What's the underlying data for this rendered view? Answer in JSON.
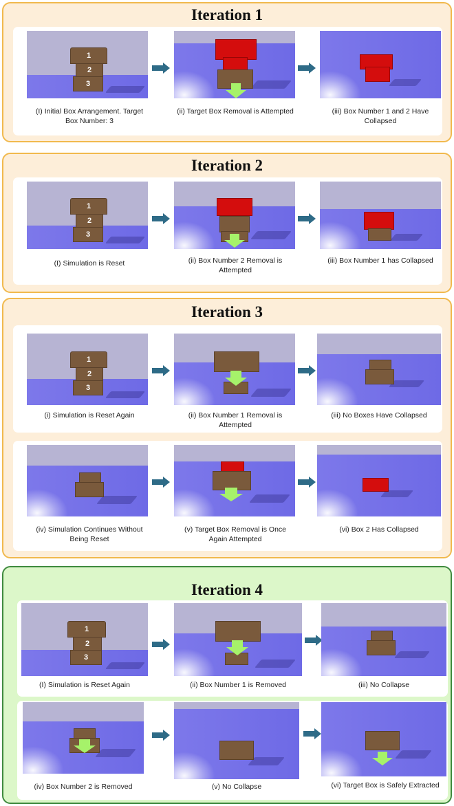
{
  "colors": {
    "orange_border": "#f1b94d",
    "green_border": "#3f8a3f",
    "box_brown": "#7a5a3c",
    "box_red": "#d40d0d",
    "arrow_green": "#a6f26a",
    "arrow_blue": "#2e6b87"
  },
  "iterations": [
    {
      "title": "Iteration 1",
      "captions": [
        "(I) Initial Box Arrangement. Target Box Number: 3",
        "(ii) Target Box Removal is Attempted",
        "(iii) Box Number 1 and 2 Have Collapsed"
      ]
    },
    {
      "title": "Iteration 2",
      "captions": [
        "(I) Simulation is Reset",
        "(ii) Box Number 2 Removal is Attempted",
        "(iii) Box Number 1 has Collapsed"
      ]
    },
    {
      "title": "Iteration 3",
      "captions": [
        "(i) Simulation is Reset Again",
        "(ii) Box Number 1 Removal is Attempted",
        "(iii) No Boxes Have Collapsed",
        "(iv) Simulation Continues Without Being Reset",
        "(v) Target Box Removal is Once Again Attempted",
        "(vi) Box 2 Has Collapsed"
      ]
    },
    {
      "title": "Iteration 4",
      "captions": [
        "(I) Simulation is Reset Again",
        "(ii) Box Number 1 is Removed",
        "(iii) No Collapse",
        "(iv) Box Number 2 is Removed",
        "(v) No Collapse",
        "(vi) Target Box is Safely Extracted"
      ]
    }
  ],
  "box_labels": [
    "1",
    "2",
    "3"
  ]
}
